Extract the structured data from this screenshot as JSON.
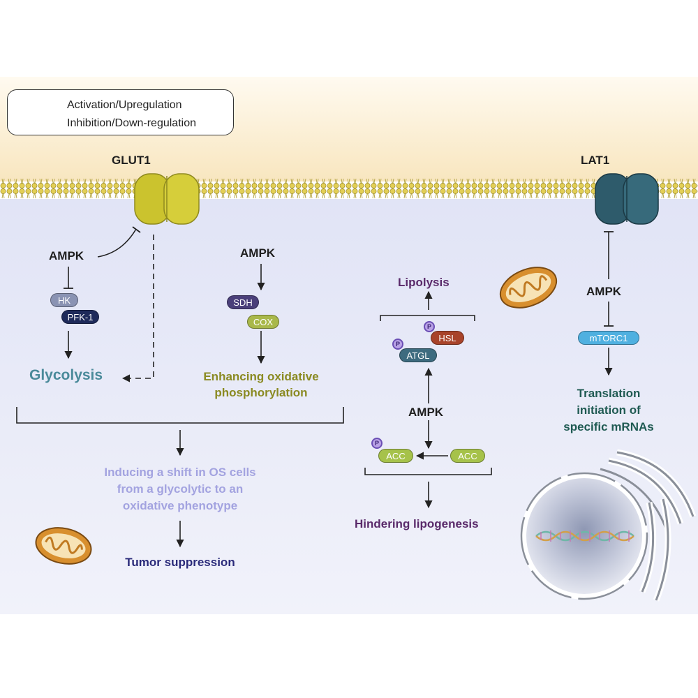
{
  "legend": {
    "activation": "Activation/Upregulation",
    "inhibition": "Inhibition/Down-regulation"
  },
  "transporters": {
    "glut1": "GLUT1",
    "lat1": "LAT1"
  },
  "glycolysis_panel": {
    "ampk": "AMPK",
    "hk": "HK",
    "pfk1": "PFK-1",
    "glycolysis": "Glycolysis"
  },
  "oxphos_panel": {
    "ampk": "AMPK",
    "sdh": "SDH",
    "cox": "COX",
    "result_line1": "Enhancing oxidative",
    "result_line2": "phosphorylation"
  },
  "shift": {
    "line1": "Inducing a shift in OS cells",
    "line2": "from a glycolytic to an",
    "line3": "oxidative phenotype",
    "tumor": "Tumor suppression"
  },
  "lipid_panel": {
    "lipolysis": "Lipolysis",
    "hsl": "HSL",
    "atgl": "ATGL",
    "p": "P",
    "ampk": "AMPK",
    "acc_left": "ACC",
    "acc_right": "ACC",
    "hindering": "Hindering lipogenesis"
  },
  "mtor_panel": {
    "ampk": "AMPK",
    "mtorc1": "mTORC1",
    "line1": "Translation",
    "line2": "initiation of",
    "line3": "specific mRNAs"
  },
  "colors": {
    "glut1": "#c9c22e",
    "lat1": "#2e5b6b",
    "glycolysis_text": "#4a8a9a",
    "oxphos_text": "#8a8a22",
    "shift_text": "#a3a3e0",
    "tumor_text": "#2a2a7a",
    "lipid_text": "#5a2a6a",
    "mtor_text": "#1f5a52"
  }
}
